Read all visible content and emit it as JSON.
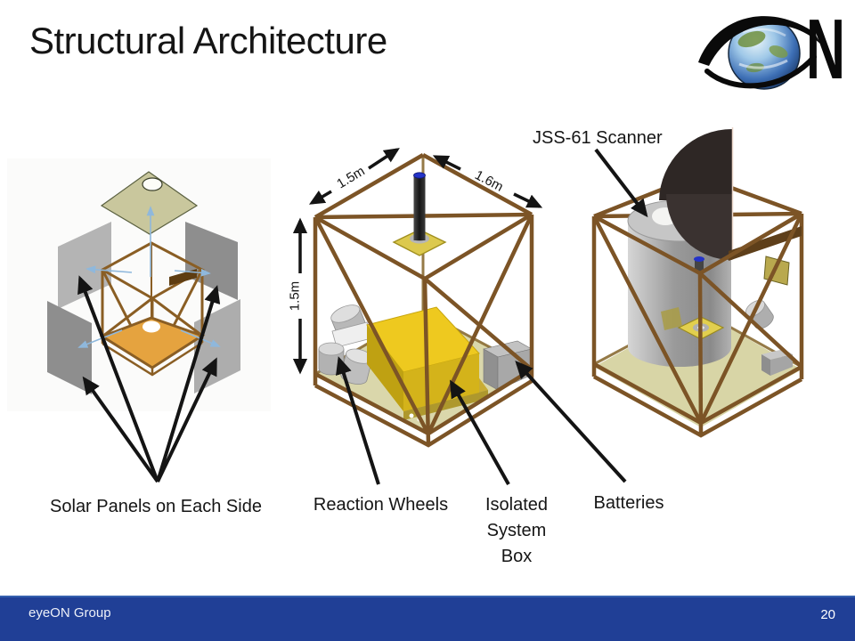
{
  "slide": {
    "title": "Structural Architecture",
    "logo": {
      "letter": "N"
    },
    "footer": {
      "group_label": "eyeON Group",
      "page_number": "20"
    }
  },
  "figures": {
    "left_caption": "Solar Panels on Each Side",
    "middle": {
      "dim_width": "1.5m",
      "dim_depth": "1.6m",
      "dim_height": "1.5m",
      "caption_reaction_wheels": "Reaction Wheels",
      "caption_isolated_box": "Isolated System Box",
      "caption_batteries": "Batteries"
    },
    "right": {
      "caption_scanner": "JSS-61 Scanner"
    }
  },
  "colors": {
    "footer_blue": "#203F96",
    "frame_brown": "#7C5426",
    "floor_olive": "#D8D5A6",
    "box_yellow": "#EEC91F",
    "panel_orange": "#E5A33F",
    "panel_khaki": "#C9C79D",
    "arrow_blue": "#8FB8DC",
    "text_black": "#151515"
  }
}
